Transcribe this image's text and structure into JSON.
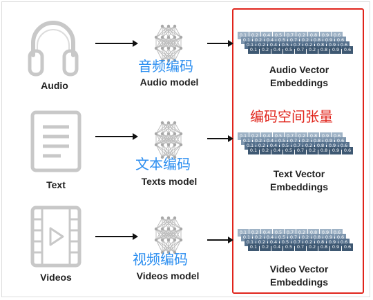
{
  "rows": [
    {
      "id": "audio",
      "source_label": "Audio",
      "model_label": "Audio model",
      "cn_label": "音频编码",
      "embedding_label_line1": "Audio Vector",
      "embedding_label_line2": "Embeddings"
    },
    {
      "id": "text",
      "source_label": "Text",
      "model_label": "Texts model",
      "cn_label": "文本编码",
      "embedding_label_line1": "Text Vector",
      "embedding_label_line2": "Embeddings"
    },
    {
      "id": "video",
      "source_label": "Videos",
      "model_label": "Videos model",
      "cn_label": "视频编码",
      "embedding_label_line1": "Video Vector",
      "embedding_label_line2": "Embeddings"
    }
  ],
  "embedding_area_label": "编码空间张量",
  "vector_values": [
    "0.1",
    "0.2",
    "0.4",
    "0.5",
    "0.7",
    "0.2",
    "0.8",
    "0.9",
    "0.6"
  ],
  "icons": {
    "audio": "headphones-icon",
    "text": "document-icon",
    "video": "video-file-icon",
    "model": "neural-network-icon"
  },
  "colors": {
    "chinese_label": "#2b8ef0",
    "highlight": "#e0241b",
    "icon_gray": "#c8c8c8",
    "vector_front": "#3e5872"
  }
}
